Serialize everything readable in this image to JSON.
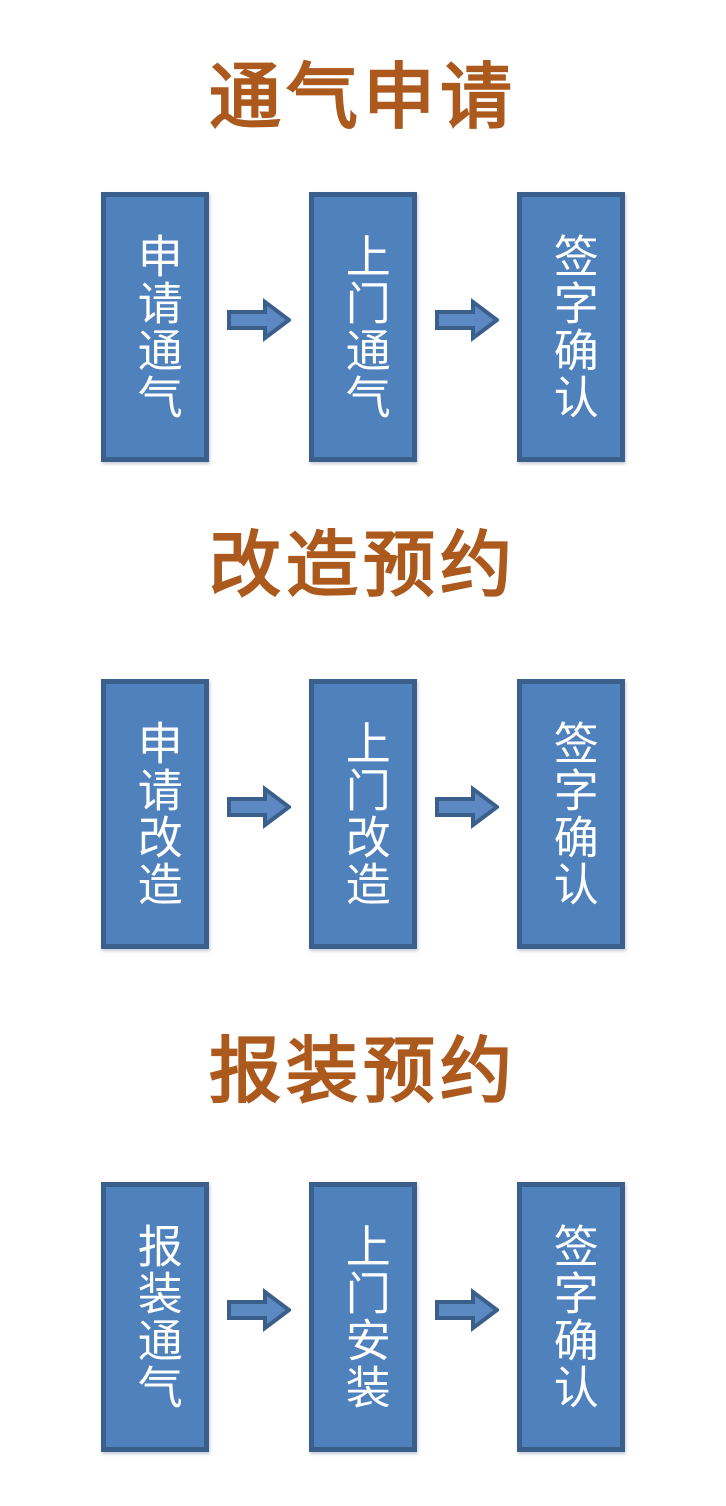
{
  "sections": [
    {
      "title": "通气申请",
      "steps": [
        "申请通气",
        "上门通气",
        "签字确认"
      ]
    },
    {
      "title": "改造预约",
      "steps": [
        "申请改造",
        "上门改造",
        "签字确认"
      ]
    },
    {
      "title": "报装预约",
      "steps": [
        "报装通气",
        "上门安装",
        "签字确认"
      ]
    }
  ],
  "colors": {
    "title_text": "#AC591D",
    "box_fill": "#4F81BD",
    "box_border": "#3A5F8B",
    "arrow_fill": "#5D89C3",
    "arrow_border": "#3A5F8B",
    "step_text": "#FFFFFF",
    "background": "#FFFFFF"
  }
}
